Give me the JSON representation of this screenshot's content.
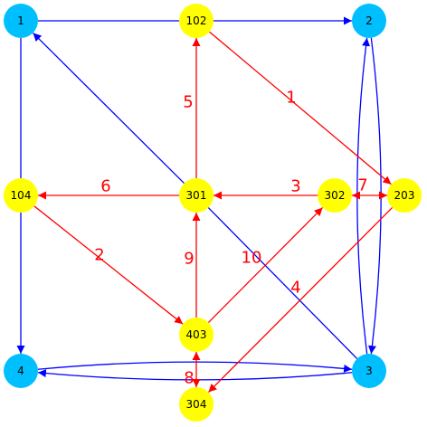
{
  "colors": {
    "blue_node": "#00bfff",
    "yellow_node": "#ffff00",
    "blue_edge": "#0000ff",
    "red_edge": "#ff0000"
  },
  "nodes": [
    {
      "id": "1",
      "label": "1",
      "color": "blue_node"
    },
    {
      "id": "102",
      "label": "102",
      "color": "yellow_node"
    },
    {
      "id": "2",
      "label": "2",
      "color": "blue_node"
    },
    {
      "id": "104",
      "label": "104",
      "color": "yellow_node"
    },
    {
      "id": "301",
      "label": "301",
      "color": "yellow_node"
    },
    {
      "id": "302",
      "label": "302",
      "color": "yellow_node"
    },
    {
      "id": "203",
      "label": "203",
      "color": "yellow_node"
    },
    {
      "id": "4",
      "label": "4",
      "color": "blue_node"
    },
    {
      "id": "403",
      "label": "403",
      "color": "yellow_node"
    },
    {
      "id": "3",
      "label": "3",
      "color": "blue_node"
    },
    {
      "id": "304",
      "label": "304",
      "color": "yellow_node"
    }
  ],
  "edges": [
    {
      "from": "1",
      "to": "102",
      "color": "blue_edge",
      "arrow": "none",
      "label": ""
    },
    {
      "from": "102",
      "to": "2",
      "color": "blue_edge",
      "arrow": "end",
      "label": ""
    },
    {
      "from": "104",
      "to": "1",
      "color": "blue_edge",
      "arrow": "none",
      "label": ""
    },
    {
      "from": "301",
      "to": "1",
      "color": "blue_edge",
      "arrow": "end",
      "label": ""
    },
    {
      "from": "104",
      "to": "4",
      "color": "blue_edge",
      "arrow": "end",
      "label": ""
    },
    {
      "from": "301",
      "to": "3",
      "color": "blue_edge",
      "arrow": "none",
      "label": ""
    },
    {
      "from": "2",
      "to": "3",
      "color": "blue_edge",
      "arrow": "end",
      "label": "",
      "curve": "right"
    },
    {
      "from": "3",
      "to": "2",
      "color": "blue_edge",
      "arrow": "end",
      "label": "",
      "curve": "right"
    },
    {
      "from": "4",
      "to": "3",
      "color": "blue_edge",
      "arrow": "end",
      "label": "",
      "curve": "up"
    },
    {
      "from": "3",
      "to": "4",
      "color": "blue_edge",
      "arrow": "end",
      "label": "",
      "curve": "down"
    },
    {
      "from": "102",
      "to": "203",
      "color": "red_edge",
      "arrow": "end",
      "label": "1"
    },
    {
      "from": "104",
      "to": "403",
      "color": "red_edge",
      "arrow": "end",
      "label": "2"
    },
    {
      "from": "302",
      "to": "301",
      "color": "red_edge",
      "arrow": "end",
      "label": "3"
    },
    {
      "from": "203",
      "to": "304",
      "color": "red_edge",
      "arrow": "end",
      "label": "4"
    },
    {
      "from": "301",
      "to": "102",
      "color": "red_edge",
      "arrow": "end",
      "label": "5"
    },
    {
      "from": "301",
      "to": "104",
      "color": "red_edge",
      "arrow": "end",
      "label": "6"
    },
    {
      "from": "302",
      "to": "203",
      "color": "red_edge",
      "arrow": "both",
      "label": "7"
    },
    {
      "from": "403",
      "to": "304",
      "color": "red_edge",
      "arrow": "both",
      "label": "8"
    },
    {
      "from": "403",
      "to": "301",
      "color": "red_edge",
      "arrow": "end",
      "label": "9"
    },
    {
      "from": "403",
      "to": "302",
      "color": "red_edge",
      "arrow": "end",
      "label": "10"
    }
  ]
}
